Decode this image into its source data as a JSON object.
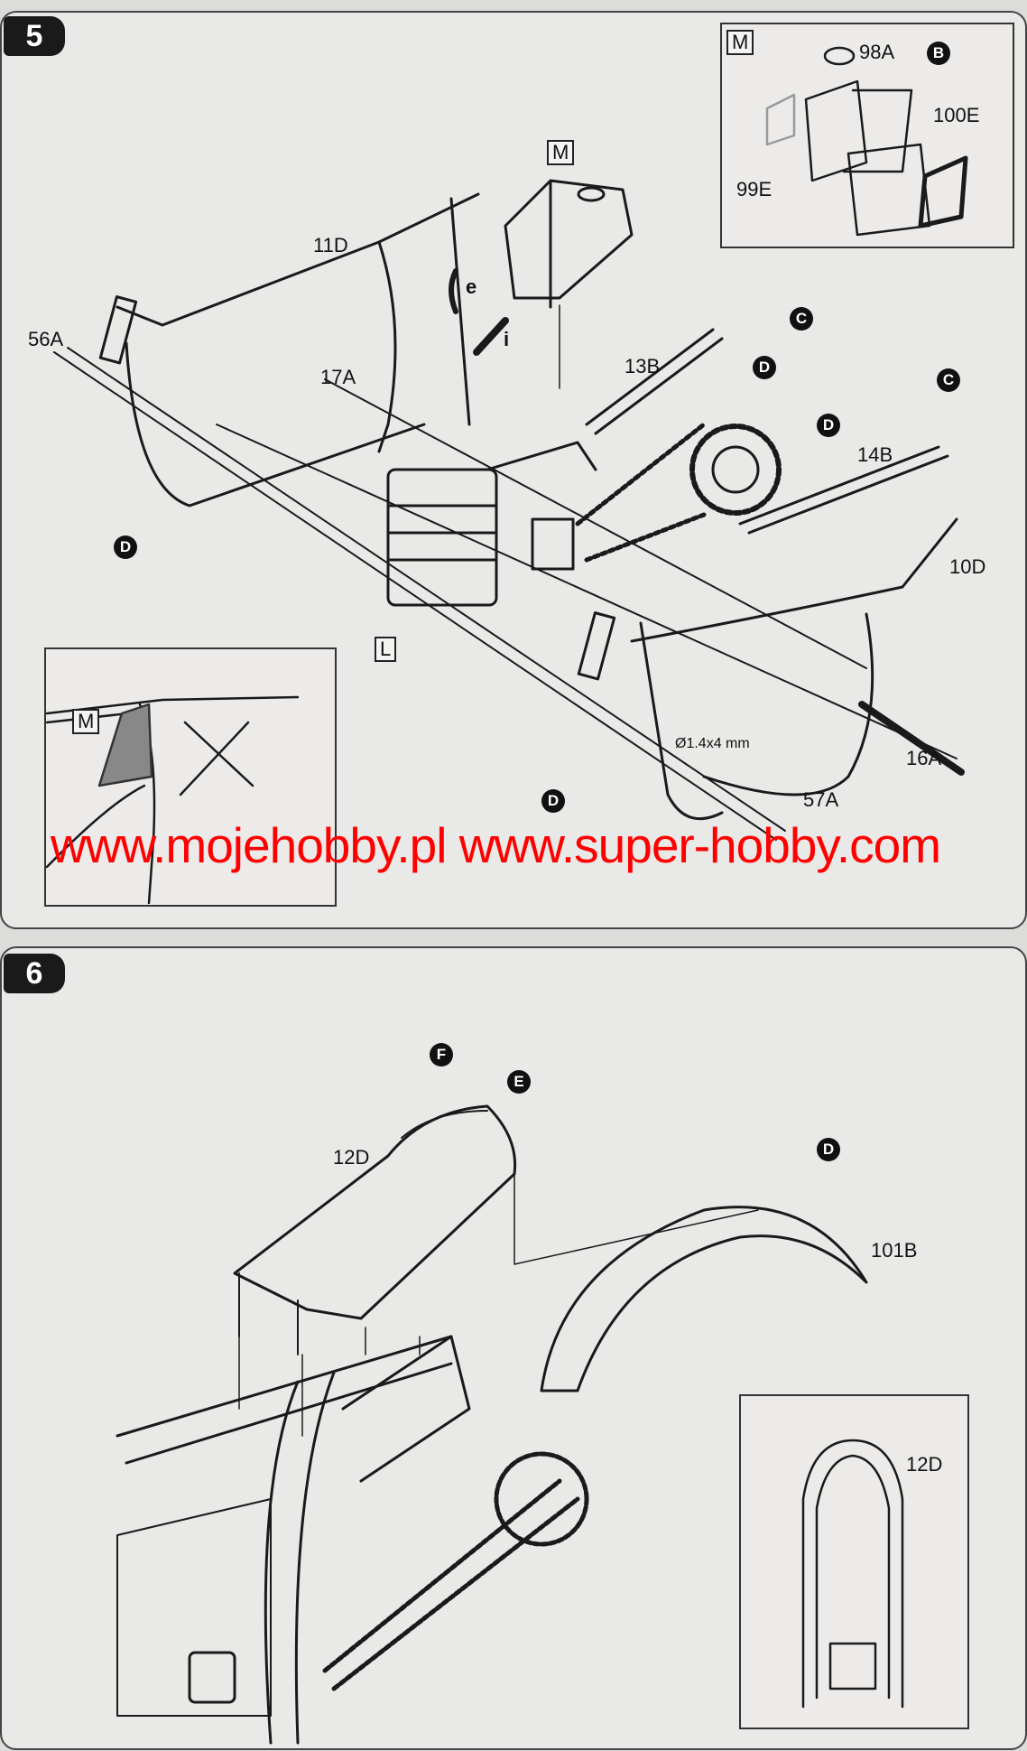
{
  "step5": {
    "number": "5",
    "labels": {
      "p11d": "11D",
      "p56a": "56A",
      "p17a": "17A",
      "p13b": "13B",
      "p14b": "14B",
      "p10d": "10D",
      "p16a": "16A",
      "p57a": "57A",
      "screw": "Ø1.4x4 mm",
      "e": "e",
      "i": "i"
    },
    "markers": {
      "m": "M",
      "l": "L"
    },
    "sprues": {
      "c": "C",
      "d": "D"
    },
    "inset_m": {
      "marker": "M",
      "p98a": "98A",
      "p100e": "100E",
      "p99e": "99E",
      "sprue_b": "B"
    },
    "inset_frame": {
      "marker": "M"
    }
  },
  "step6": {
    "number": "6",
    "labels": {
      "p12d": "12D",
      "p101b": "101B"
    },
    "sprues": {
      "f": "F",
      "e": "E",
      "d": "D"
    },
    "inset": {
      "p12d": "12D"
    }
  },
  "watermark": "www.mojehobby.pl www.super-hobby.com"
}
